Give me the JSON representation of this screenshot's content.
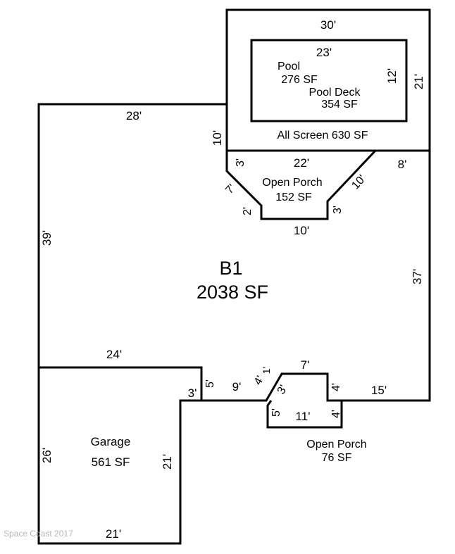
{
  "main": {
    "label": "B1",
    "area": "2038 SF"
  },
  "screen": {
    "label": "All Screen  630 SF",
    "width_dim": "30'",
    "height_dim": "21'",
    "left_dim": "10'"
  },
  "pool": {
    "label": "Pool",
    "area": "276 SF",
    "width_dim": "23'",
    "height_dim": "12'"
  },
  "pool_deck": {
    "label": "Pool Deck",
    "area": "354 SF"
  },
  "open_porch_top": {
    "label": "Open Porch",
    "area": "152 SF",
    "dims": {
      "top": "22'",
      "left_vertical": "3'",
      "left_diagonal": "7'",
      "left_lower": "2'",
      "bottom": "10'",
      "right_lower": "3'",
      "right_diagonal": "10'"
    }
  },
  "open_porch_bottom": {
    "label": "Open Porch",
    "area": "76 SF",
    "dims": {
      "top": "7'",
      "left_diagonal": "4'",
      "left_small": "1'",
      "inner_left": "3'",
      "left_vertical": "5'",
      "bottom": "11'",
      "right_upper": "4'",
      "right_lower": "4'"
    }
  },
  "garage": {
    "label": "Garage",
    "area": "561 SF",
    "top_dim": "24'",
    "left_dim": "26'",
    "right_dim": "21'",
    "bottom_dim": "21'",
    "step_v_dim": "5'",
    "step_h_dim": "3'"
  },
  "outline_dims": {
    "top_left": "28'",
    "left": "39'",
    "right": "37'",
    "right_top": "8'",
    "bottom_mid": "9'",
    "bottom_right": "15'"
  },
  "watermark": "Space Coast 2017"
}
